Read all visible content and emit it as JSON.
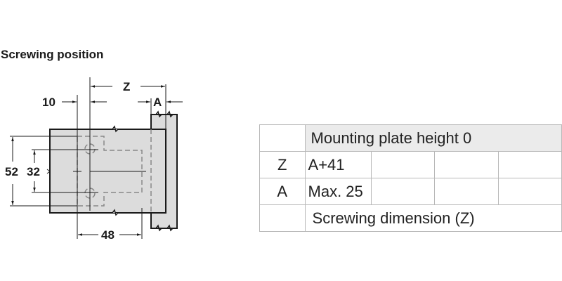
{
  "title": "Screwing position",
  "drawing": {
    "dimensions": {
      "z": "Z",
      "a": "A",
      "offset_10": "10",
      "height_52": "52",
      "height_32": "32",
      "width_48": "48"
    },
    "colors": {
      "fill": "#dcdcdc",
      "stroke": "#1a1a1a",
      "dashed": "#888888"
    }
  },
  "table": {
    "header": "Mounting plate height 0",
    "rows": [
      {
        "label": "Z",
        "values": [
          "A+41",
          "",
          "",
          ""
        ]
      },
      {
        "label": "A",
        "values": [
          "Max. 25",
          "",
          "",
          ""
        ]
      }
    ],
    "footer": "Screwing dimension (Z)",
    "colors": {
      "header_bg": "#ebebeb",
      "border": "#b8b8b8"
    }
  }
}
